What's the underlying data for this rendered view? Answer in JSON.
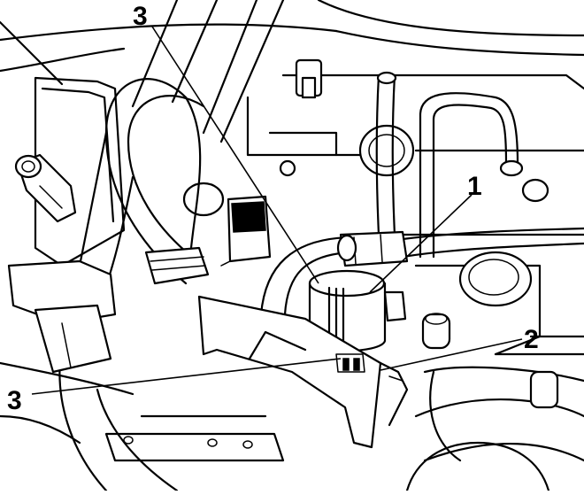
{
  "callouts": {
    "top_3": "3",
    "label_1": "1",
    "label_2": "2",
    "left_3": "3"
  }
}
